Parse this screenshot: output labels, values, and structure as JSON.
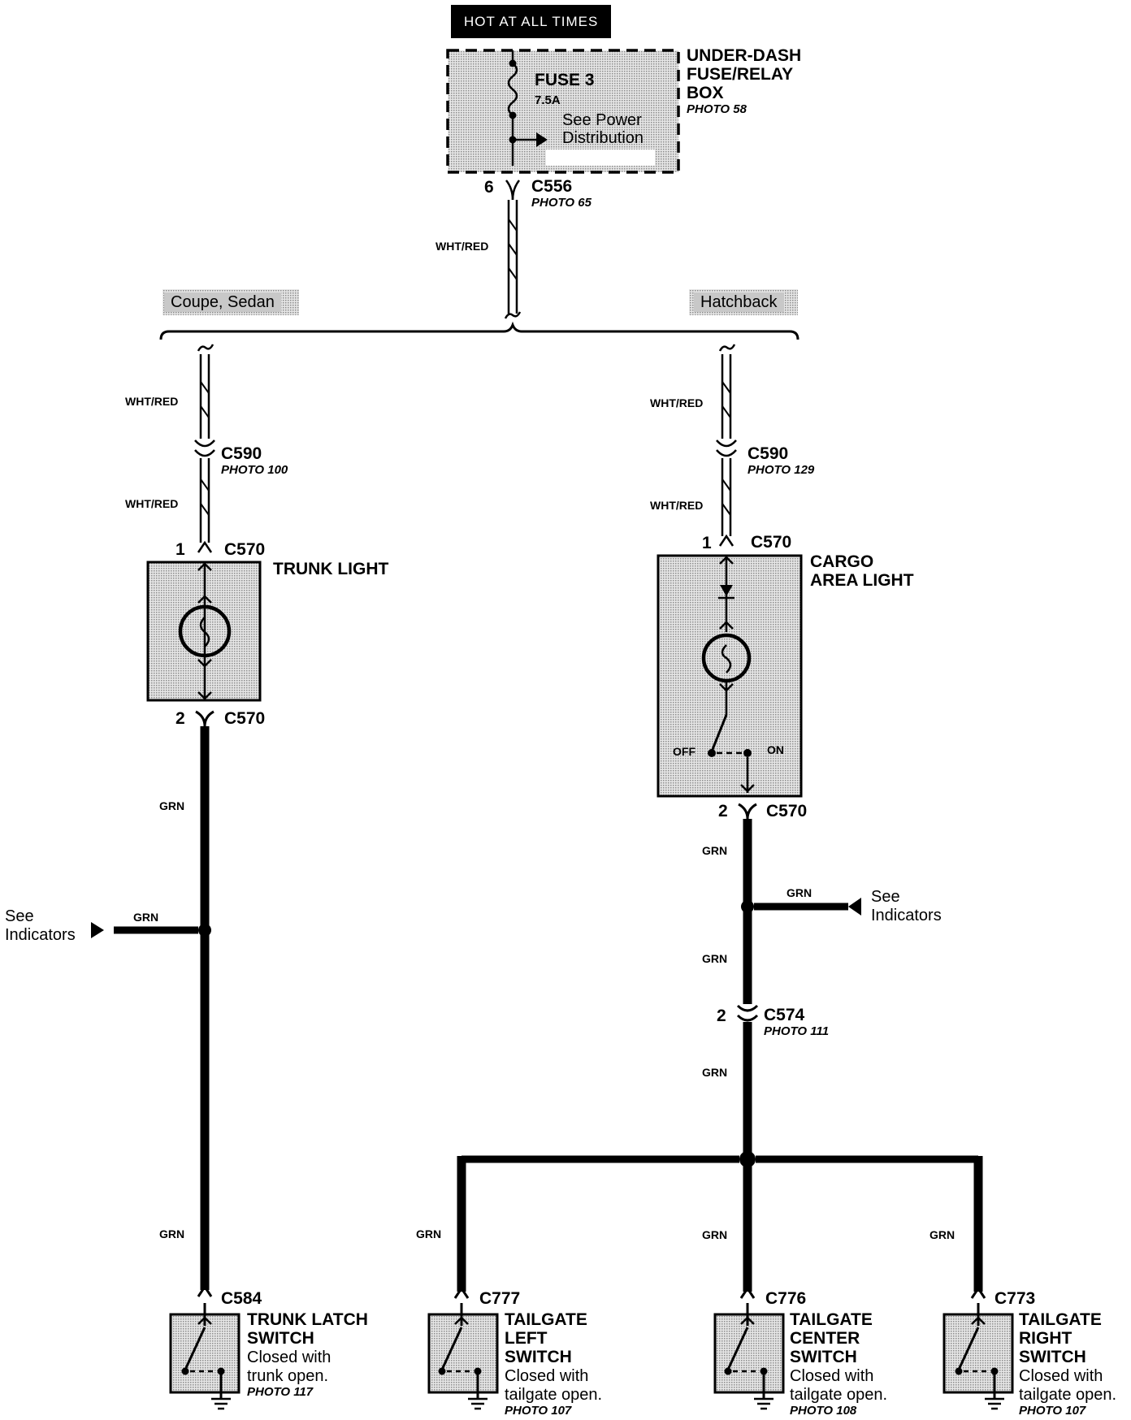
{
  "header": {
    "hot_label": "HOT AT ALL TIMES"
  },
  "fuse_box": {
    "name_line1": "UNDER-DASH",
    "name_line2": "FUSE/RELAY",
    "name_line3": "BOX",
    "photo": "PHOTO 58",
    "fuse_name": "FUSE 3",
    "fuse_rating": "7.5A",
    "see_line1": "See Power",
    "see_line2": "Distribution"
  },
  "top_connector": {
    "pin": "6",
    "name": "C556",
    "photo": "PHOTO 65",
    "wire": "WHT/RED"
  },
  "variants": {
    "left": "Coupe, Sedan",
    "right": "Hatchback"
  },
  "left_branch": {
    "wire_top": "WHT/RED",
    "c590_name": "C590",
    "c590_photo": "PHOTO 100",
    "wire_mid": "WHT/RED",
    "pin1": "1",
    "c570_top": "C570",
    "light_name": "TRUNK LIGHT",
    "pin2": "2",
    "c570_bottom": "C570",
    "wire_grn_1": "GRN",
    "indicator_wire": "GRN",
    "indicator_see": "See",
    "indicator_target": "Indicators",
    "wire_grn_2": "GRN",
    "switch_connector": "C584",
    "switch_name_1": "TRUNK LATCH",
    "switch_name_2": "SWITCH",
    "switch_desc_1": "Closed with",
    "switch_desc_2": "trunk open.",
    "switch_photo": "PHOTO 117"
  },
  "right_branch": {
    "wire_top": "WHT/RED",
    "c590_name": "C590",
    "c590_photo": "PHOTO 129",
    "wire_mid": "WHT/RED",
    "pin1": "1",
    "c570_top": "C570",
    "light_name_1": "CARGO",
    "light_name_2": "AREA LIGHT",
    "off_label": "OFF",
    "on_label": "ON",
    "pin2": "2",
    "c570_bottom": "C570",
    "wire_grn_1": "GRN",
    "indicator_wire": "GRN",
    "indicator_see": "See",
    "indicator_target": "Indicators",
    "wire_grn_2": "GRN",
    "c574_pin": "2",
    "c574_name": "C574",
    "c574_photo": "PHOTO 111",
    "wire_grn_3": "GRN"
  },
  "tailgate_switches": [
    {
      "wire": "GRN",
      "connector": "C777",
      "name_1": "TAILGATE",
      "name_2": "LEFT",
      "name_3": "SWITCH",
      "desc_1": "Closed with",
      "desc_2": "tailgate open.",
      "photo": "PHOTO 107"
    },
    {
      "wire": "GRN",
      "connector": "C776",
      "name_1": "TAILGATE",
      "name_2": "CENTER",
      "name_3": "SWITCH",
      "desc_1": "Closed with",
      "desc_2": "tailgate open.",
      "photo": "PHOTO 108"
    },
    {
      "wire": "GRN",
      "connector": "C773",
      "name_1": "TAILGATE",
      "name_2": "RIGHT",
      "name_3": "SWITCH",
      "desc_1": "Closed with",
      "desc_2": "tailgate open.",
      "photo": "PHOTO 107"
    }
  ]
}
